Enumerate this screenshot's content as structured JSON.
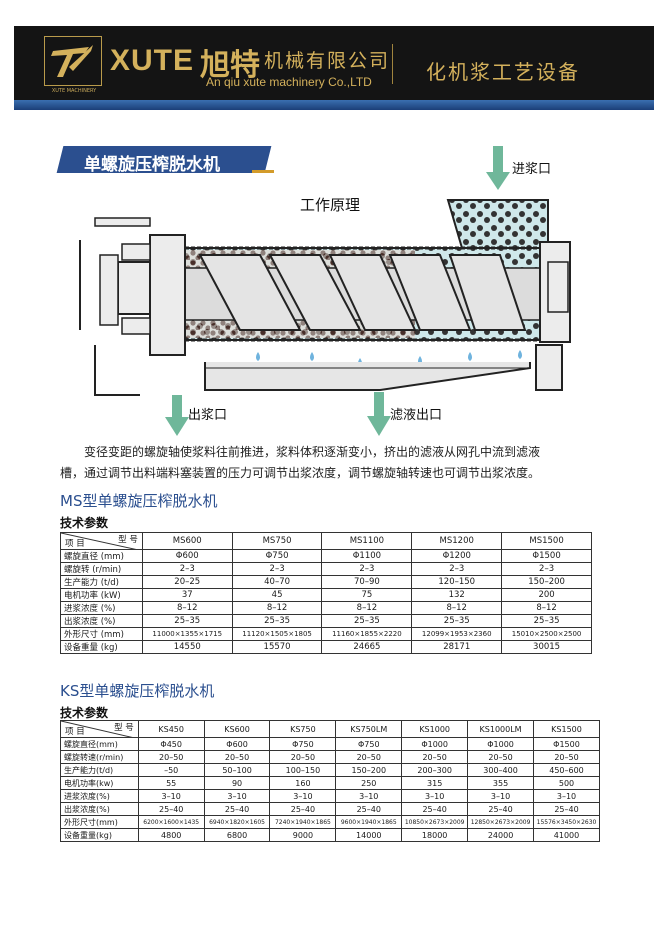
{
  "header": {
    "brand_en": "XUTE",
    "brand_cn_big": "旭特",
    "brand_cn_rest": "机械有限公司",
    "brand_en_sub": "An qiu xute machinery Co.,LTD",
    "logo_sub": "XUTE MACHINERY",
    "slogan": "化机浆工艺设备"
  },
  "product_title": "单螺旋压榨脱水机",
  "diagram": {
    "heading": "工作原理",
    "inlet": "进浆口",
    "outlet": "出浆口",
    "filtrate": "滤液出口"
  },
  "description": [
    "变径变距的螺旋轴使浆料往前推进，浆料体积逐渐变小，挤出的滤液从网孔中流到滤液",
    "槽，通过调节出料端料塞装置的压力可调节出浆浓度，调节螺旋轴转速也可调节出浆浓度。"
  ],
  "ms": {
    "title": "MS型单螺旋压榨脱水机",
    "subtitle": "技术参数",
    "corner_top": "型 号",
    "corner_bottom": "项 目",
    "models": [
      "MS600",
      "MS750",
      "MS1100",
      "MS1200",
      "MS1500"
    ],
    "rows": [
      {
        "label": "螺旋直径 (mm)",
        "values": [
          "Φ600",
          "Φ750",
          "Φ1100",
          "Φ1200",
          "Φ1500"
        ]
      },
      {
        "label": "螺旋转 (r/min)",
        "values": [
          "2–3",
          "2–3",
          "2–3",
          "2–3",
          "2–3"
        ]
      },
      {
        "label": "生产能力 (t/d)",
        "values": [
          "20–25",
          "40–70",
          "70–90",
          "120–150",
          "150–200"
        ]
      },
      {
        "label": "电机功率 (kW)",
        "values": [
          "37",
          "45",
          "75",
          "132",
          "200"
        ]
      },
      {
        "label": "进浆浓度 (%)",
        "values": [
          "8–12",
          "8–12",
          "8–12",
          "8–12",
          "8–12"
        ]
      },
      {
        "label": "出浆浓度 (%)",
        "values": [
          "25–35",
          "25–35",
          "25–35",
          "25–35",
          "25–35"
        ]
      },
      {
        "label": "外形尺寸 (mm)",
        "values": [
          "11000×1355×1715",
          "11120×1505×1805",
          "11160×1855×2220",
          "12099×1953×2360",
          "15010×2500×2500"
        ]
      },
      {
        "label": "设备重量 (kg)",
        "values": [
          "14550",
          "15570",
          "24665",
          "28171",
          "30015"
        ]
      }
    ]
  },
  "ks": {
    "title": "KS型单螺旋压榨脱水机",
    "subtitle": "技术参数",
    "corner_top": "型 号",
    "corner_bottom": "项 目",
    "models": [
      "KS450",
      "KS600",
      "KS750",
      "KS750LM",
      "KS1000",
      "KS1000LM",
      "KS1500"
    ],
    "rows": [
      {
        "label": "螺旋直径(mm)",
        "values": [
          "Φ450",
          "Φ600",
          "Φ750",
          "Φ750",
          "Φ1000",
          "Φ1000",
          "Φ1500"
        ]
      },
      {
        "label": "螺旋转速(r/min)",
        "values": [
          "20–50",
          "20–50",
          "20–50",
          "20–50",
          "20–50",
          "20–50",
          "20–50"
        ]
      },
      {
        "label": "生产能力(t/d)",
        "values": [
          "–50",
          "50–100",
          "100–150",
          "150–200",
          "200–300",
          "300–400",
          "450–600"
        ]
      },
      {
        "label": "电机功率(kw)",
        "values": [
          "55",
          "90",
          "160",
          "250",
          "315",
          "355",
          "500"
        ]
      },
      {
        "label": "进浆浓度(%)",
        "values": [
          "3–10",
          "3–10",
          "3–10",
          "3–10",
          "3–10",
          "3–10",
          "3–10"
        ]
      },
      {
        "label": "出浆浓度(%)",
        "values": [
          "25–40",
          "25–40",
          "25–40",
          "25–40",
          "25–40",
          "25–40",
          "25–40"
        ]
      },
      {
        "label": "外形尺寸(mm)",
        "values": [
          "6200×1600×1435",
          "6940×1820×1605",
          "7240×1940×1865",
          "9600×1940×1865",
          "10850×2673×2009",
          "12850×2673×2009",
          "15576×3450×2630"
        ]
      },
      {
        "label": "设备重量(kg)",
        "values": [
          "4800",
          "6800",
          "9000",
          "14000",
          "18000",
          "24000",
          "41000"
        ]
      }
    ]
  }
}
